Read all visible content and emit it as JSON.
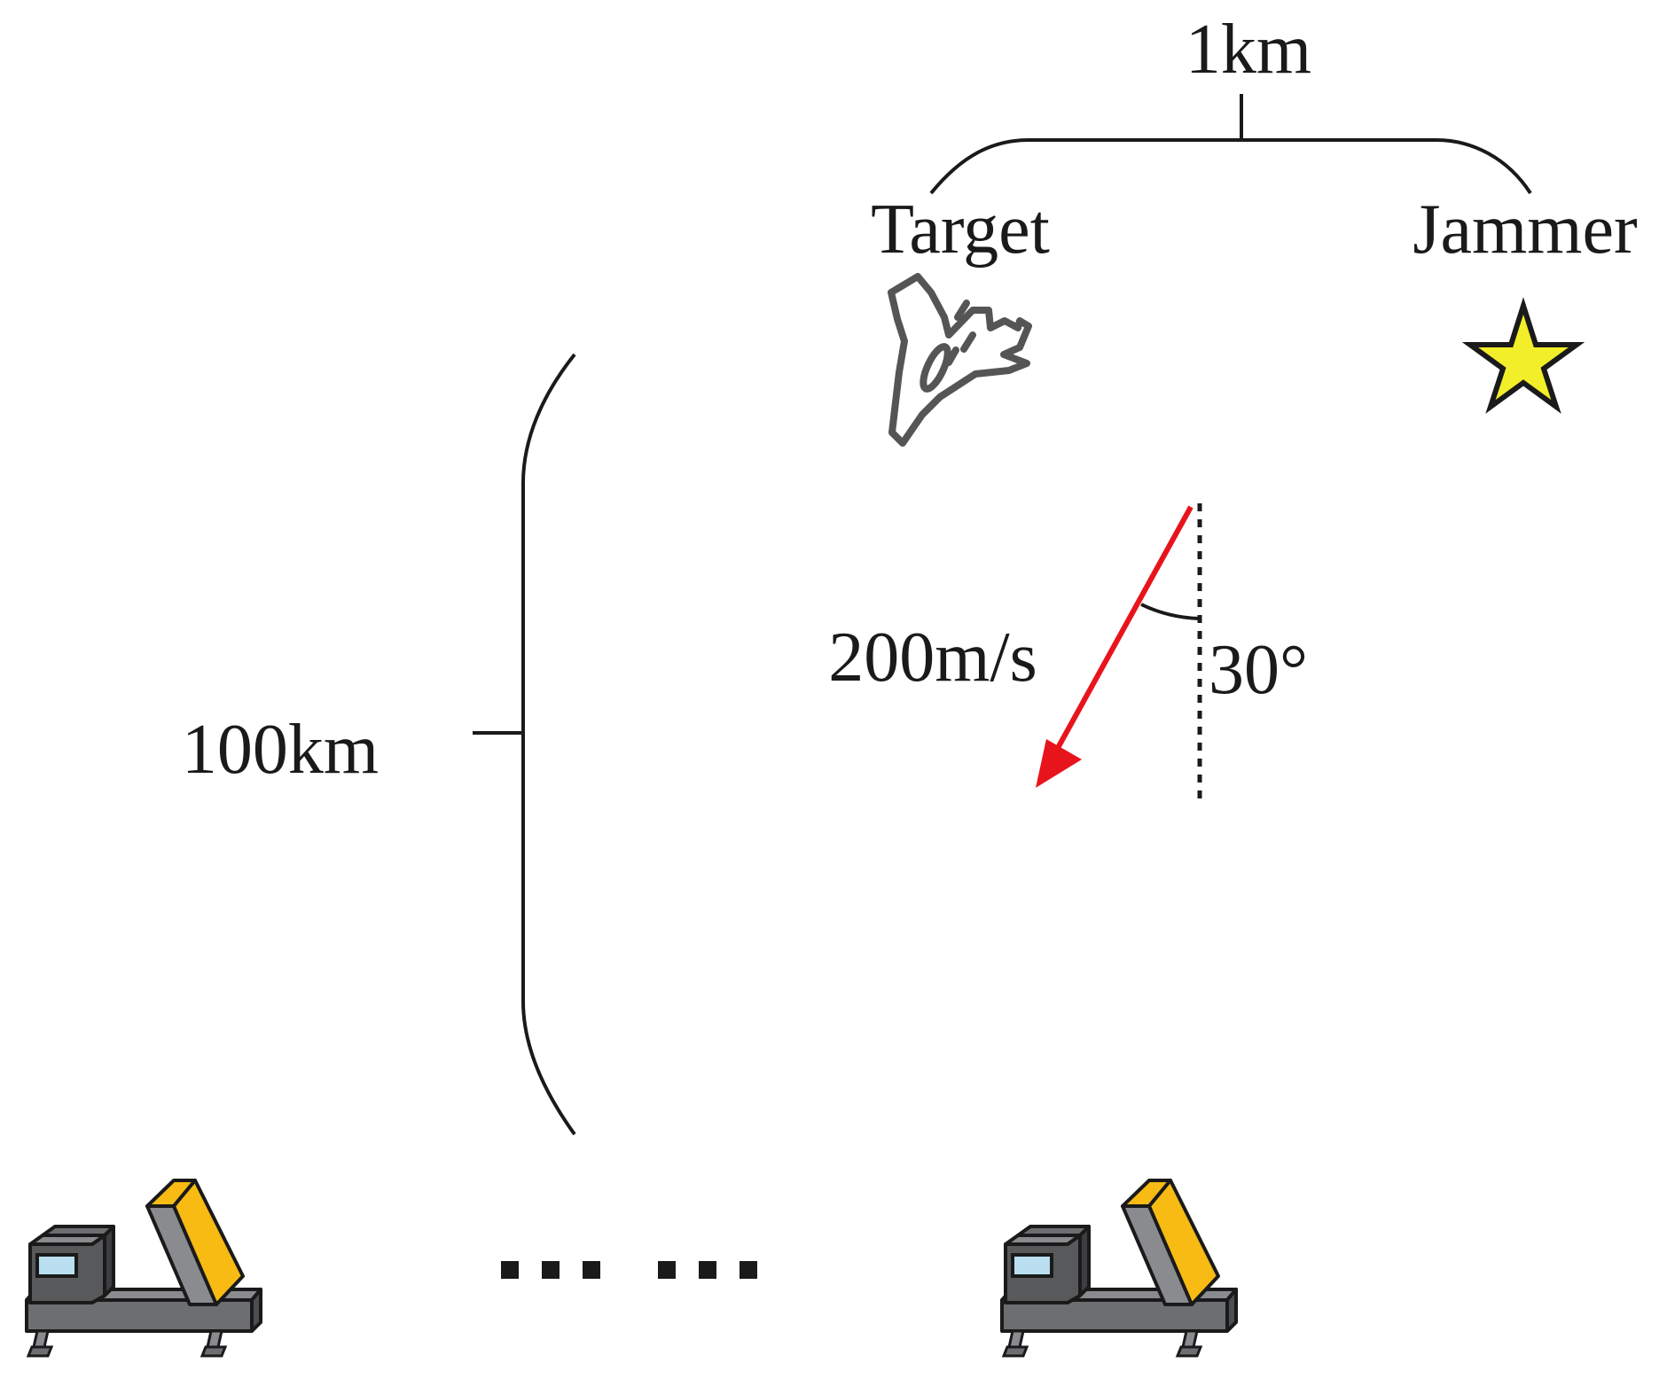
{
  "labels": {
    "distance_top": "1km",
    "target": "Target",
    "jammer": "Jammer",
    "speed": "200m/s",
    "angle": "30°",
    "distance_side": "100km"
  },
  "icons": {
    "target": "fighter-jet-icon",
    "jammer": "star-icon",
    "radar": "radar-vehicle-icon"
  },
  "colors": {
    "velocity_arrow": "#e8141c",
    "jammer_star": "#f2ef2a",
    "radar_panel": "#f7bb14",
    "radar_body": "#6d6e71",
    "jet_outline": "#555555",
    "line": "#1a1a1a"
  }
}
